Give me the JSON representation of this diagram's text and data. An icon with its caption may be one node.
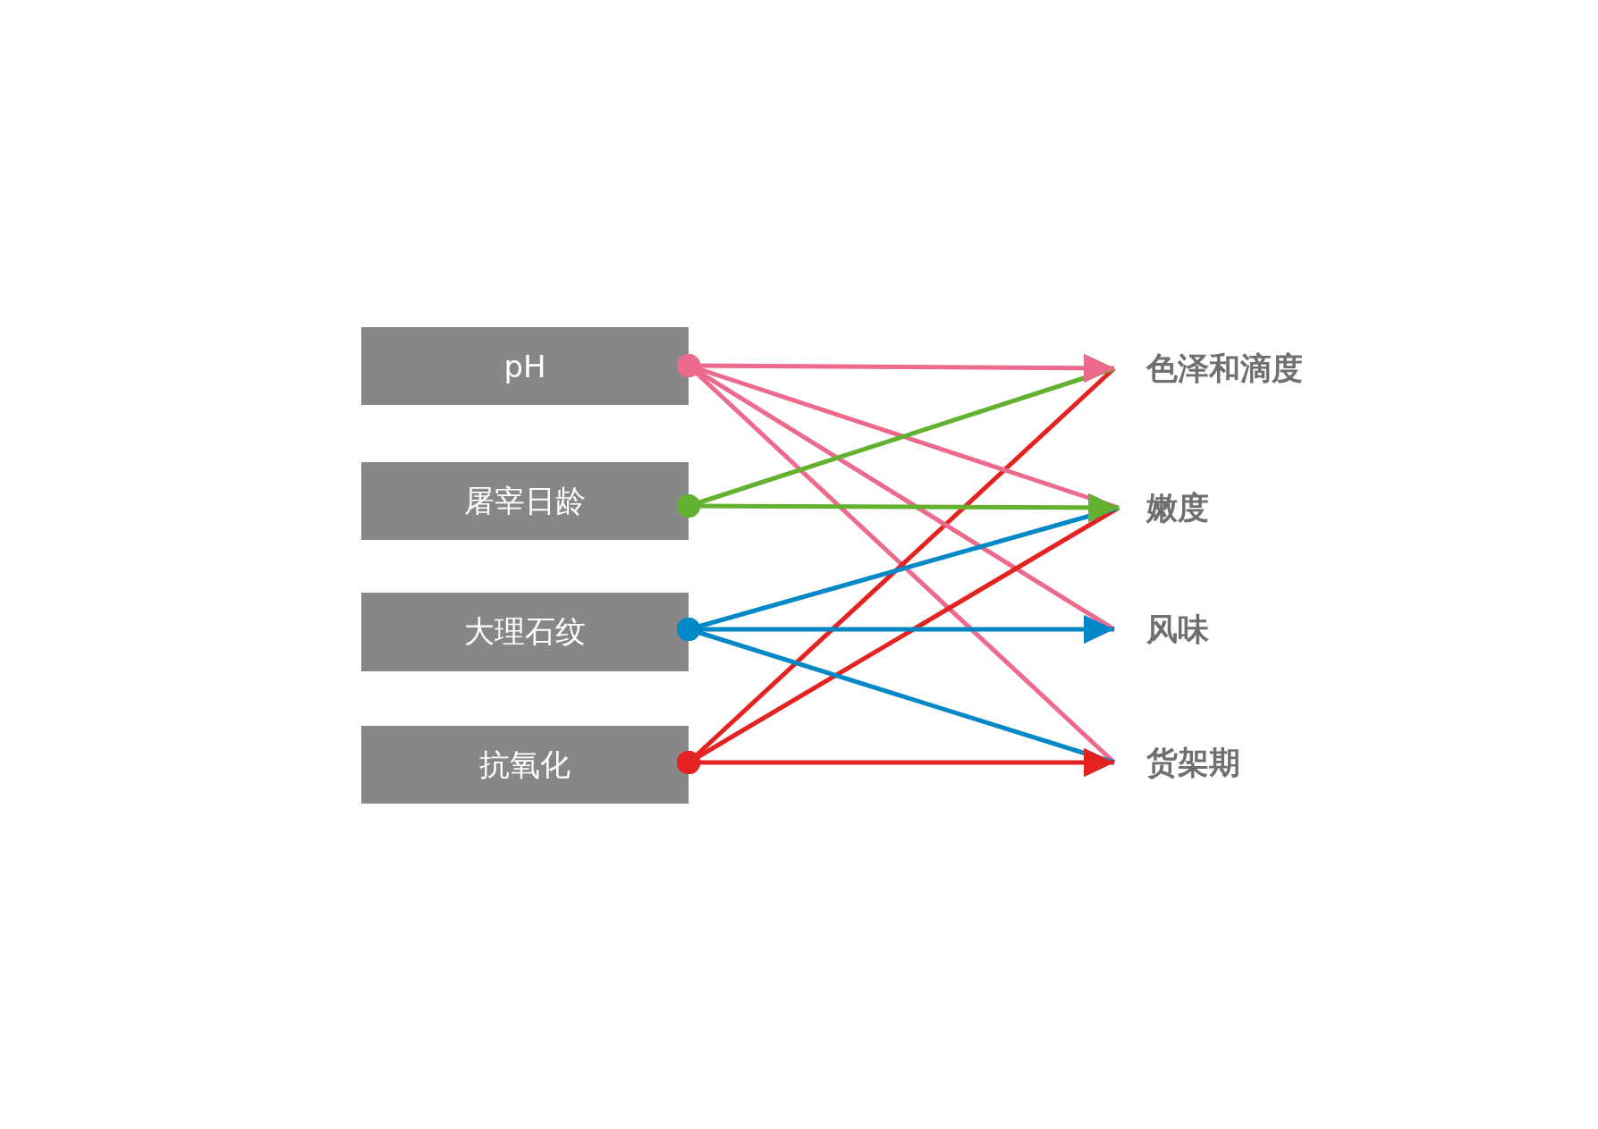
{
  "diagram": {
    "nodes": [
      {
        "text": [
          "pH"
        ]
      },
      {
        "text": [
          "屠宰日龄"
        ]
      },
      {
        "text": [
          "大理石纹"
        ]
      },
      {
        "text": [
          "抗氧化"
        ]
      },
      {
        "text": [
          "色泽和滴度"
        ]
      },
      {
        "text": [
          "嫩度"
        ]
      },
      {
        "text": [
          "风味"
        ]
      },
      {
        "text": [
          "货架期"
        ]
      }
    ],
    "edges": [
      {
        "from": 0,
        "to": 4,
        "arrow": "to",
        "color": "#ec6a8b"
      },
      {
        "from": 0,
        "to": 5,
        "arrow": "to",
        "color": "#ec6a8b"
      },
      {
        "from": 0,
        "to": 6,
        "arrow": "to",
        "color": "#ec6a8b"
      },
      {
        "from": 0,
        "to": 7,
        "arrow": "to",
        "color": "#ec6a8b"
      },
      {
        "from": 1,
        "to": 4,
        "arrow": "to",
        "color": "#63b22f"
      },
      {
        "from": 1,
        "to": 5,
        "arrow": "to",
        "color": "#63b22f"
      },
      {
        "from": 2,
        "to": 5,
        "arrow": "to",
        "color": "#0088c7"
      },
      {
        "from": 2,
        "to": 6,
        "arrow": "to",
        "color": "#0088c7"
      },
      {
        "from": 2,
        "to": 7,
        "arrow": "to",
        "color": "#0088c7"
      },
      {
        "from": 3,
        "to": 4,
        "arrow": "to",
        "color": "#e42320"
      },
      {
        "from": 3,
        "to": 5,
        "arrow": "to",
        "color": "#e42320"
      },
      {
        "from": 3,
        "to": 7,
        "arrow": "to",
        "color": "#e42320"
      }
    ]
  }
}
